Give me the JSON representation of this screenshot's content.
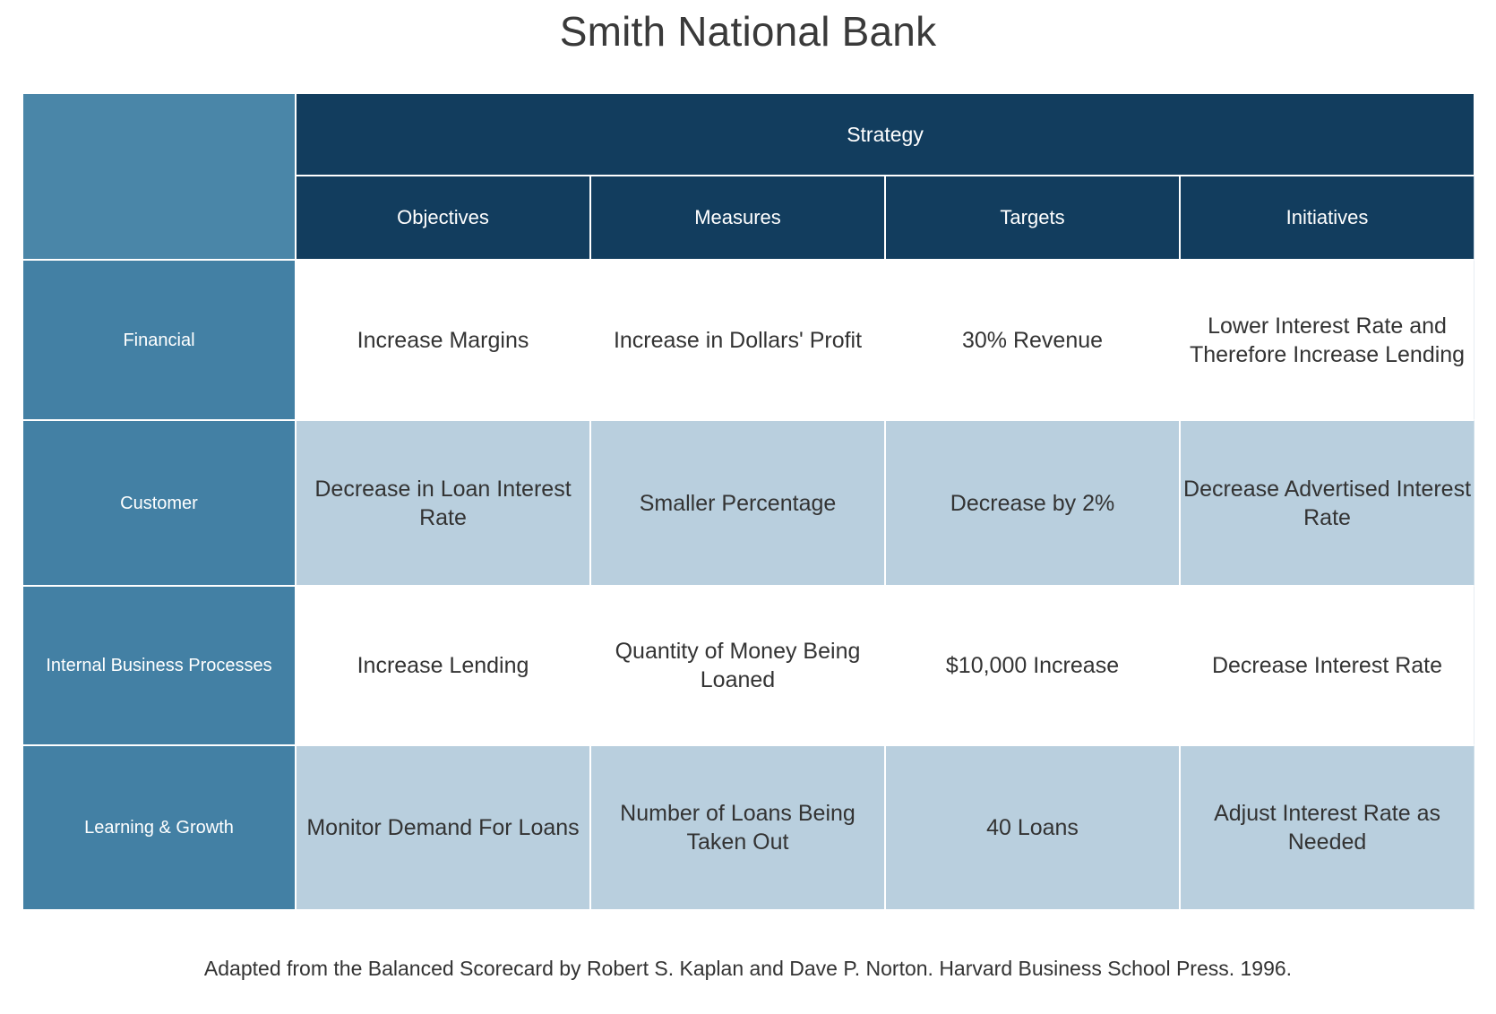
{
  "title": "Smith National Bank",
  "table": {
    "banner_label": "Strategy",
    "perspective_header": "",
    "column_headers": [
      "Objectives",
      "Measures",
      "Targets",
      "Initiatives"
    ],
    "rows": [
      {
        "perspective": "Financial",
        "objectives": "Increase Margins",
        "measures": "Increase in Dollars' Profit",
        "targets": "30% Revenue",
        "initiatives": "Lower Interest Rate and Therefore Increase Lending"
      },
      {
        "perspective": "Customer",
        "objectives": "Decrease in Loan Interest Rate",
        "measures": "Smaller Percentage",
        "targets": "Decrease by 2%",
        "initiatives": "Decrease Advertised Interest Rate"
      },
      {
        "perspective": "Internal Business Processes",
        "objectives": "Increase Lending",
        "measures": "Quantity of Money Being Loaned",
        "targets": "$10,000 Increase",
        "initiatives": "Decrease Interest Rate"
      },
      {
        "perspective": "Learning & Growth",
        "objectives": "Monitor Demand For Loans",
        "measures": "Number of Loans Being Taken Out",
        "targets": "40 Loans",
        "initiatives": "Adjust Interest Rate as Needed"
      }
    ]
  },
  "footnote": "Adapted from the Balanced Scorecard by Robert S. Kaplan and Dave P. Norton. Harvard Business School Press. 1996.",
  "colors": {
    "header_navy": "#123d5e",
    "perspective_blue": "#4380a4",
    "corner_blue": "#4a86a8",
    "row_alt_blue": "#b9cfde",
    "row_white": "#ffffff",
    "text_dark": "#333333",
    "text_light": "#ffffff"
  }
}
